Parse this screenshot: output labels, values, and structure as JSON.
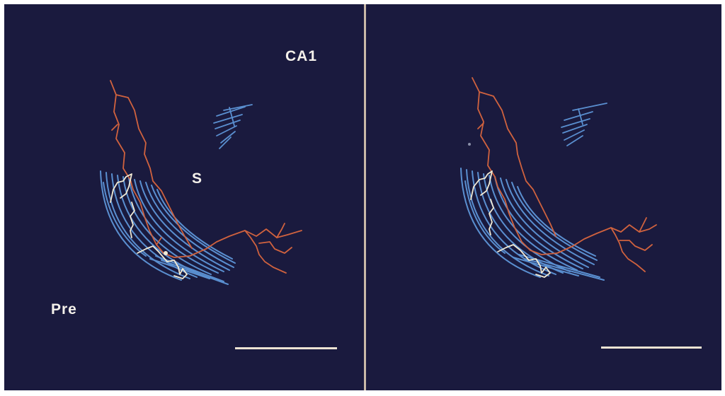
{
  "figure": {
    "labels": {
      "region": "CA1",
      "soma_marker": "S",
      "presubiculum": "Pre"
    },
    "colors": {
      "background": "#1a1a3e",
      "axon": "#d0623e",
      "dendrite": "#5a8fd0",
      "highlight": "#f2ead4",
      "scale_bar": "#ece3d3"
    }
  }
}
